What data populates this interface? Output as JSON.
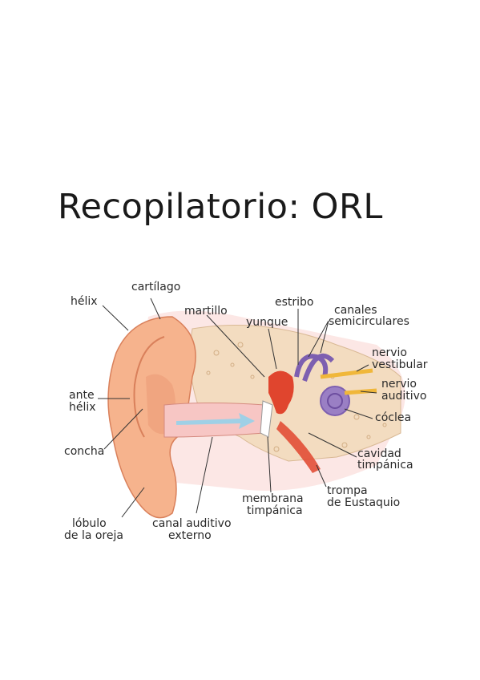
{
  "title": "Recopilatorio: ORL",
  "labels": {
    "helix": "hélix",
    "cartilago": "cartílago",
    "martillo": "martillo",
    "estribo": "estribo",
    "yunque": "yunque",
    "canales_l1": "canales",
    "canales_l2": "semicirculares",
    "nervio_vest_l1": "nervio",
    "nervio_vest_l2": "vestibular",
    "nervio_aud_l1": "nervio",
    "nervio_aud_l2": "auditivo",
    "antehelix_l1": "ante",
    "antehelix_l2": "hélix",
    "concha": "concha",
    "coclea": "cóclea",
    "cavidad_l1": "cavidad",
    "cavidad_l2": "timpánica",
    "membrana_l1": "membrana",
    "membrana_l2": "timpánica",
    "trompa_l1": "trompa",
    "trompa_l2": "de Eustaquio",
    "lobulo_l1": "lóbulo",
    "lobulo_l2": "de la oreja",
    "canal_l1": "canal auditivo",
    "canal_l2": "externo"
  },
  "colors": {
    "skin": "#f6b38d",
    "skin_dark": "#e8946b",
    "pink": "#f7c6c4",
    "bone": "#f3dcc0",
    "ossicles": "#e0452e",
    "inner_ear": "#9a7fc4",
    "nerve": "#f0b73a",
    "canal_arrow": "#9fd0e6"
  }
}
